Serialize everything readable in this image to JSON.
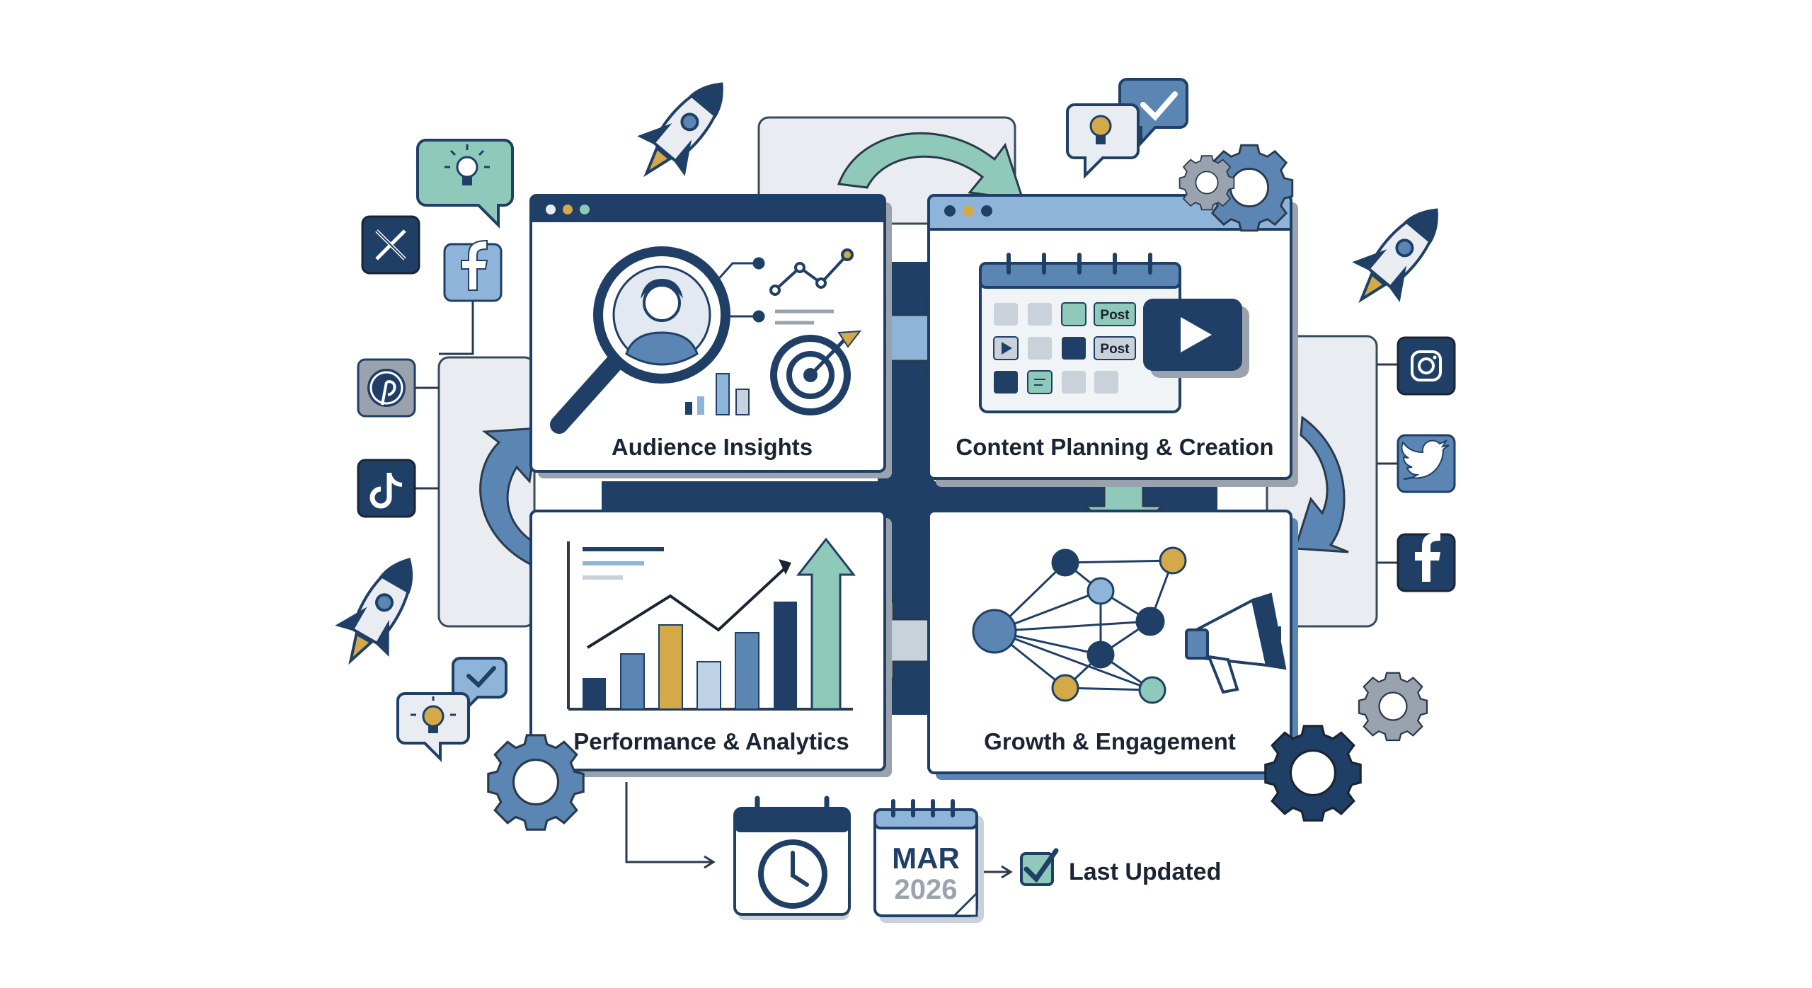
{
  "panels": {
    "audience": {
      "title": "Audience Insights"
    },
    "content": {
      "title": "Content Planning & Creation",
      "post_label_1": "Post",
      "post_label_2": "Post"
    },
    "performance": {
      "title": "Performance & Analytics"
    },
    "growth": {
      "title": "Growth & Engagement"
    }
  },
  "footer": {
    "month": "MAR",
    "year": "2026",
    "status": "Last Updated"
  },
  "icons": {
    "left": [
      "x-logo-icon",
      "facebook-icon",
      "pinterest-icon",
      "tiktok-icon"
    ],
    "right": [
      "instagram-icon",
      "twitter-bird-icon",
      "facebook-icon"
    ]
  },
  "colors": {
    "navy": "#1f3f66",
    "mid_blue": "#5b86b4",
    "light_blue": "#8fb4d9",
    "teal": "#8ec9b9",
    "gold": "#d4aa48",
    "pale": "#e9edf2",
    "gray": "#9aa3ad"
  }
}
